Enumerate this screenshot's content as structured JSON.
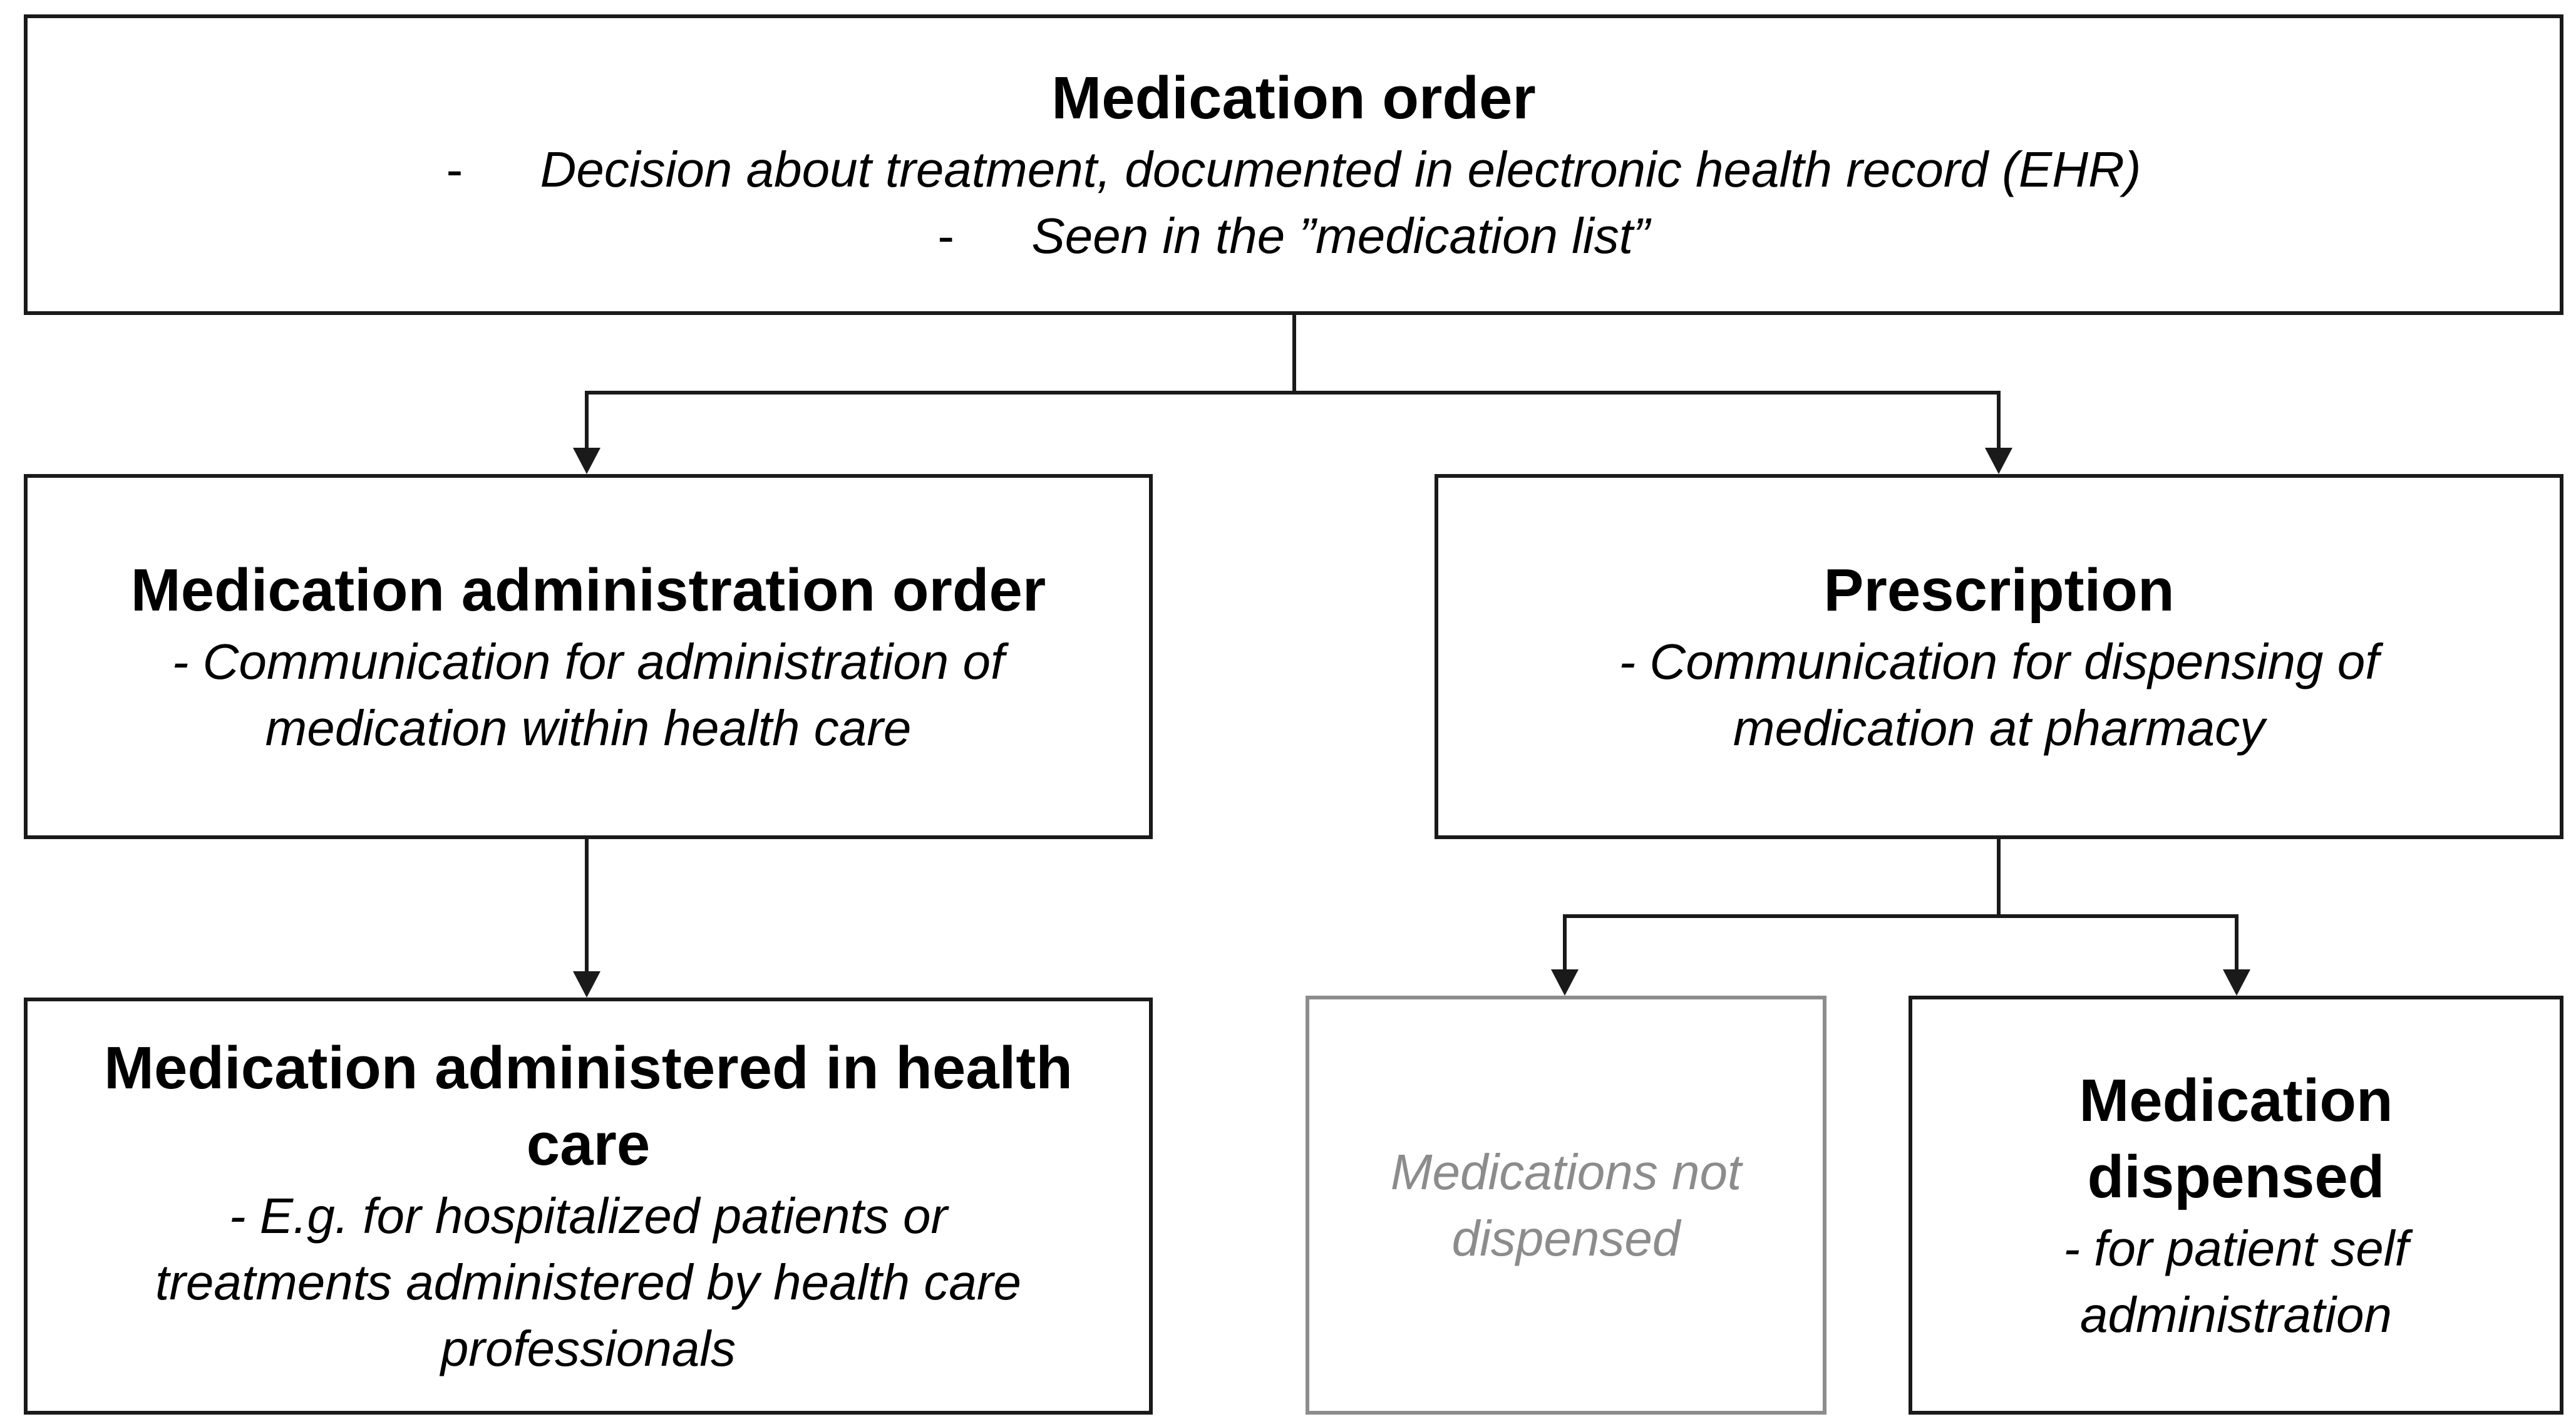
{
  "nodes": {
    "medication_order": {
      "title": "Medication order",
      "bullet_marker": "-",
      "bullets": [
        "Decision about treatment, documented in electronic health record (EHR)",
        "Seen in the ”medication list”"
      ]
    },
    "administration_order": {
      "title": "Medication administration order",
      "description_lines": [
        "- Communication for administration of",
        "medication within health care"
      ]
    },
    "prescription": {
      "title": "Prescription",
      "description_lines": [
        "- Communication for dispensing of",
        "medication at pharmacy"
      ]
    },
    "administered": {
      "title_lines": [
        "Medication administered in health",
        "care"
      ],
      "description_lines": [
        "- E.g. for hospitalized patients or",
        "treatments administered by health care",
        "professionals"
      ]
    },
    "not_dispensed": {
      "description_lines": [
        "Medications not",
        "dispensed"
      ]
    },
    "dispensed": {
      "title_lines": [
        "Medication",
        "dispensed"
      ],
      "description_lines": [
        "- for patient self",
        "administration"
      ]
    }
  },
  "colors": {
    "line": "#1a1a1a",
    "muted": "#8c8c8c"
  }
}
